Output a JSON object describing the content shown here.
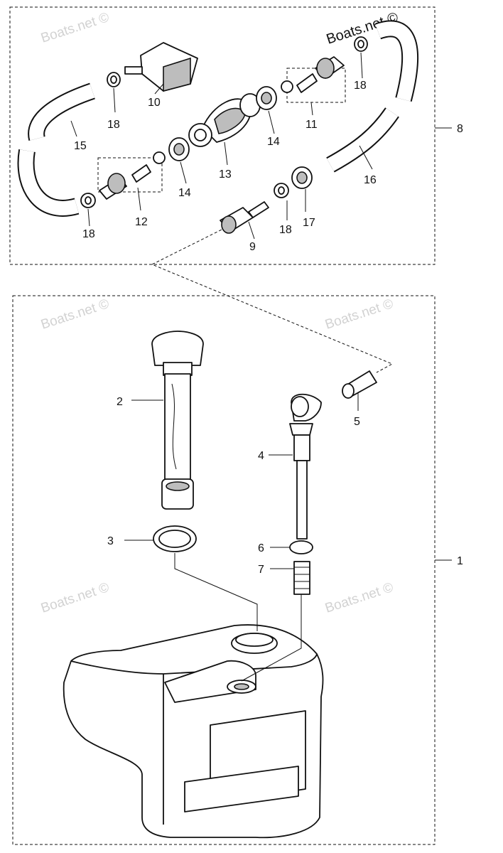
{
  "watermark": {
    "text": "Boats.net ©"
  },
  "callouts": {
    "c1": "1",
    "c2": "2",
    "c3": "3",
    "c4": "4",
    "c5": "5",
    "c6": "6",
    "c7": "7",
    "c8": "8",
    "c9": "9",
    "c10": "10",
    "c11": "11",
    "c12": "12",
    "c13": "13",
    "c14a": "14",
    "c14b": "14",
    "c15": "15",
    "c16": "16",
    "c17": "17",
    "c18a": "18",
    "c18b": "18",
    "c18c": "18",
    "c18d": "18"
  }
}
